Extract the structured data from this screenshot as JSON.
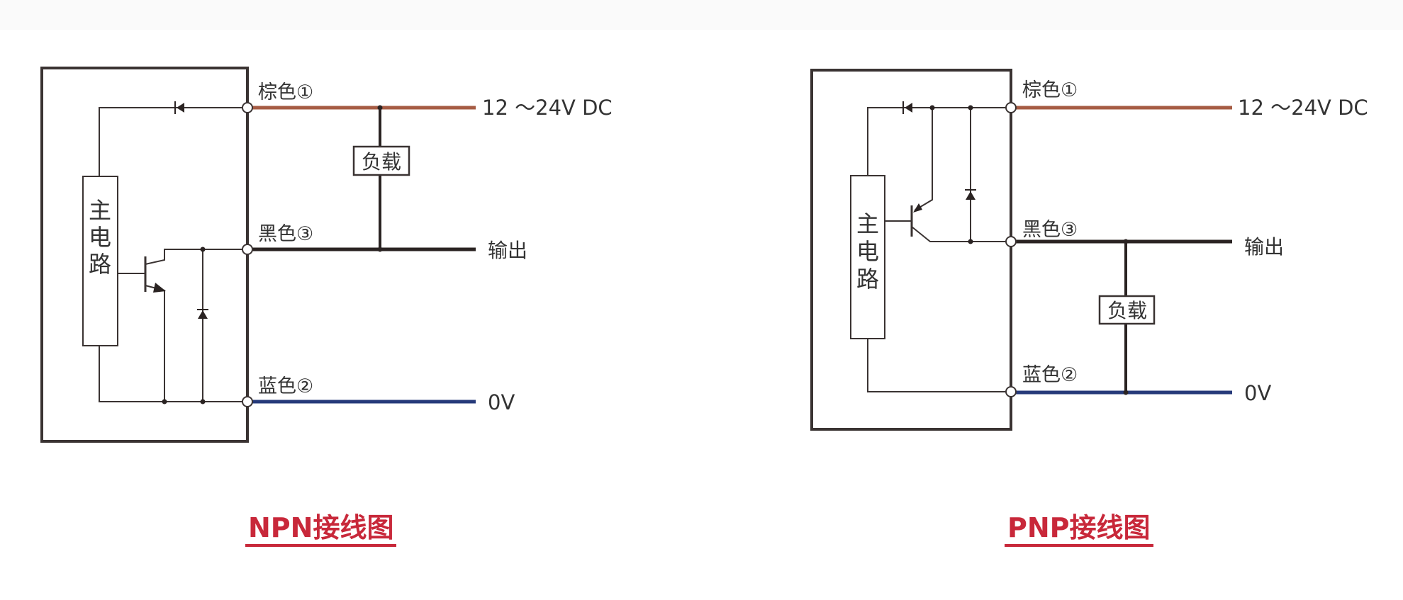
{
  "colors": {
    "brown_wire": "#A65C44",
    "black_wire": "#2A2322",
    "blue_wire": "#263A7A",
    "line": "#3A3332",
    "title": "#C8283A",
    "text": "#333333"
  },
  "diagrams": [
    {
      "id": "npn",
      "title": "NPN接线图",
      "main_circuit_label": "主电路",
      "load_label": "负载",
      "terminals": [
        {
          "wire": "brown",
          "label": "棕色①",
          "end_label": "12 ～24V DC"
        },
        {
          "wire": "black",
          "label": "黑色③",
          "end_label": "输出"
        },
        {
          "wire": "blue",
          "label": "蓝色②",
          "end_label": "0V"
        }
      ],
      "load_between": [
        "brown",
        "black"
      ],
      "transistor_type": "NPN"
    },
    {
      "id": "pnp",
      "title": "PNP接线图",
      "main_circuit_label": "主电路",
      "load_label": "负载",
      "terminals": [
        {
          "wire": "brown",
          "label": "棕色①",
          "end_label": "12 ～24V DC"
        },
        {
          "wire": "black",
          "label": "黑色③",
          "end_label": "输出"
        },
        {
          "wire": "blue",
          "label": "蓝色②",
          "end_label": "0V"
        }
      ],
      "load_between": [
        "black",
        "blue"
      ],
      "transistor_type": "PNP"
    }
  ]
}
